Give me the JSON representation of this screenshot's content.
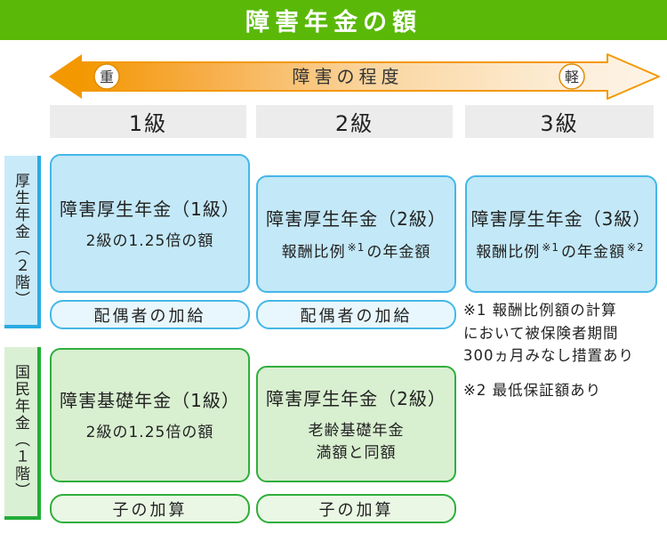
{
  "title": "障害年金の額",
  "arrow": {
    "left_label": "重",
    "center_label": "障害の程度",
    "right_label": "軽"
  },
  "columns": [
    "1級",
    "2級",
    "3級"
  ],
  "employee_row": {
    "label": "厚生年金（２階）",
    "boxes": [
      {
        "title": "障害厚生年金（1級）",
        "sub": "2級の1.25倍の額"
      },
      {
        "title": "障害厚生年金（2級）",
        "sub_parts": [
          "報酬比例",
          "※1",
          "の年金額"
        ]
      },
      {
        "title": "障害厚生年金（3級）",
        "sub_parts": [
          "報酬比例",
          "※1",
          "の年金額",
          "※2"
        ]
      }
    ],
    "addons": [
      "配偶者の加給",
      "配偶者の加給"
    ]
  },
  "national_row": {
    "label": "国民年金（１階）",
    "boxes": [
      {
        "title": "障害基礎年金（1級）",
        "sub": "2級の1.25倍の額"
      },
      {
        "title": "障害厚生年金（2級）",
        "sub_lines": [
          "老齢基礎年金",
          "満額と同額"
        ]
      }
    ],
    "addons": [
      "子の加算",
      "子の加算"
    ]
  },
  "notes": {
    "note1_lines": [
      "※1 報酬比例額の計算",
      "において被保険者期間",
      "300ヵ月みなし措置あり"
    ],
    "note2": "※2 最低保証額あり"
  },
  "colors": {
    "title_green": "#5ab908",
    "arrow_orange": "#f39800",
    "blue_border": "#45b7e8",
    "blue_fill": "#c3e8f7",
    "blue_label_border": "#29abe2",
    "green_border": "#2fae3c",
    "green_fill": "#d8efd0",
    "green_label_border": "#22ac38",
    "header_gray": "#ececec"
  }
}
